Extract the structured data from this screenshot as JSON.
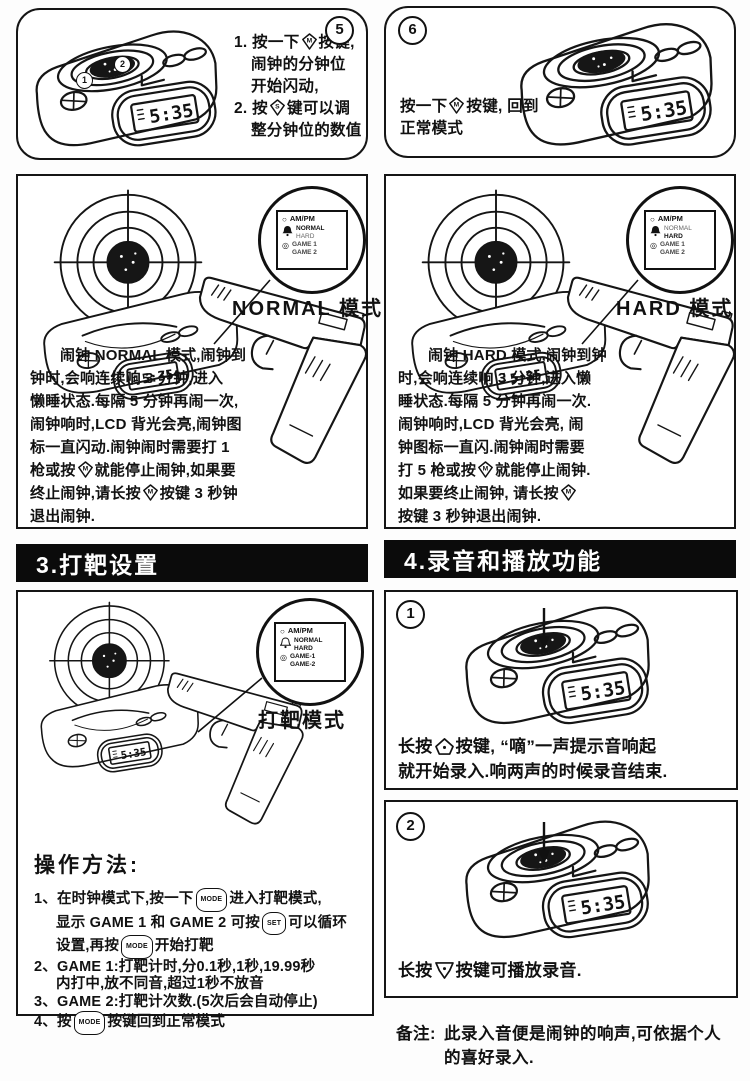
{
  "device": {
    "time": "5:35"
  },
  "panel5": {
    "num": "5",
    "c1": "1",
    "c2": "2",
    "l1a": "1. 按一下",
    "l1b": "M",
    "l1c": "按键,",
    "l2": "闹钟的分钟位",
    "l3": "开始闪动,",
    "l4a": "2. 按",
    "l4b": "S",
    "l4c": "键可以调",
    "l5": "整分钟位的数值"
  },
  "panel6": {
    "num": "6",
    "l1a": "按一下",
    "l1b": "M",
    "l1c": "按键, 回到",
    "l2": "正常模式"
  },
  "normal": {
    "title": "NORMAL 模式",
    "bubble": {
      "ampm": "AM/PM",
      "normal": "NORMAL",
      "hard": "HARD",
      "game1": "GAME 1",
      "game2": "GAME 2"
    },
    "p": {
      "l1": "闹钟 NORMAL 模式,闹钟到",
      "l2": "钟时,会响连续响 3 分钟,进入",
      "l3": "懒睡状态.每隔 5 分钟再闹一次,",
      "l4": "闹钟响时,LCD 背光会亮,闹钟图",
      "l5": "标一直闪动.闹钟闹时需要打 1",
      "l6a": "枪或按",
      "btn6": "M",
      "l6b": "就能停止闹钟,如果要",
      "l7a": "终止闹钟,请长按",
      "btn7": "M",
      "l7b": "按键 3 秒钟",
      "l8": "退出闹钟."
    }
  },
  "hard": {
    "title": "HARD 模式",
    "bubble": {
      "ampm": "AM/PM",
      "normal": "NORMAL",
      "hard": "HARD",
      "game1": "GAME 1",
      "game2": "GAME 2"
    },
    "p": {
      "l1": "闹钟 HARD 模式,闹钟到钟",
      "l2": "时,会响连续响 3 分钟,进入懒",
      "l3": "睡状态.每隔 5 分钟再闹一次.",
      "l4": "闹钟响时,LCD 背光会亮, 闹",
      "l5": "钟图标一直闪.闹钟闹时需要",
      "l6a": "打 5 枪或按",
      "btn6": "M",
      "l6b": "就能停止闹钟.",
      "l7a": "如果要终止闹钟, 请长按",
      "btn7": "M",
      "l8": "按键 3 秒钟退出闹钟."
    }
  },
  "section3": {
    "header": "3.打靶设置",
    "bubble_title": "打靶模式",
    "bubble": {
      "ampm": "AM/PM",
      "normal": "NORMAL",
      "hard": "HARD",
      "game1": "GAME-1",
      "game2": "GAME-2"
    },
    "op_title": "操作方法:",
    "i1a": "1、在时钟模式下,按一下",
    "k1": "MODE",
    "i1b": "进入打靶模式,",
    "i1c": "显示 GAME 1 和 GAME 2 可按",
    "k2": "SET",
    "i1d": "可以循环",
    "i1e": "设置,再按",
    "k3": "MODE",
    "i1f": "开始打靶",
    "i2a": "2、GAME 1:打靶计时,分0.1秒,1秒,19.99秒",
    "i2b": "内打中,放不同音,超过1秒不放音",
    "i3": "3、GAME 2:打靶计次数.(5次后会自动停止)",
    "i4a": "4、按",
    "k4": "MODE",
    "i4b": "按键回到正常模式"
  },
  "section4": {
    "header": "4.录音和播放功能",
    "p1": {
      "num": "1",
      "l1a": "长按",
      "l1b": "按键, “嘀”一声提示音响起",
      "l2": "就开始录入.响两声的时候录音结束."
    },
    "p2": {
      "num": "2",
      "l1a": "长按",
      "l1b": "按键可播放录音."
    },
    "note_label": "备注:",
    "note1": "此录入音便是闹钟的响声,可依据个人",
    "note2": "的喜好录入."
  }
}
